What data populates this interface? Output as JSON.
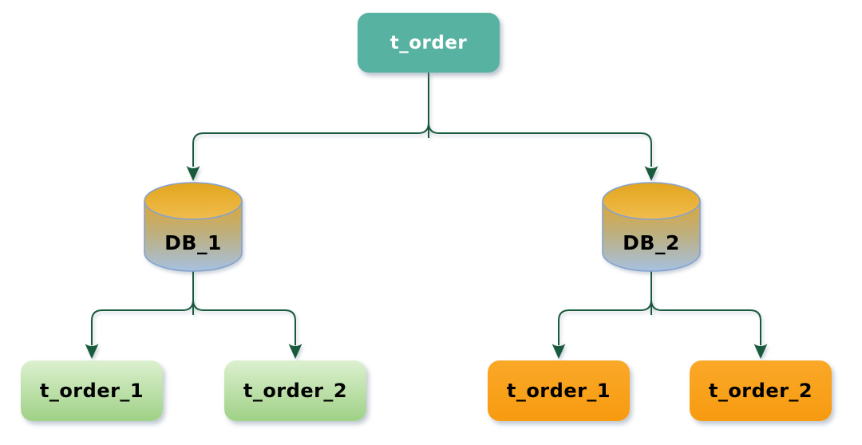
{
  "diagram": {
    "type": "sharding-tree",
    "root_table": {
      "label": "t_order"
    },
    "shards": [
      {
        "database": {
          "label": "DB_1"
        },
        "tables": [
          {
            "label": "t_order_1"
          },
          {
            "label": "t_order_2"
          }
        ]
      },
      {
        "database": {
          "label": "DB_2"
        },
        "tables": [
          {
            "label": "t_order_1"
          },
          {
            "label": "t_order_2"
          }
        ]
      }
    ],
    "colors": {
      "root_fill": "#57B2A1",
      "root_text": "#FFFFFF",
      "connector": "#195A3C",
      "green_top": "#DCF0CF",
      "green_bottom": "#9FD186",
      "orange_top": "#FAA828",
      "orange_bottom": "#F79B10",
      "db_stroke": "#85A2CE",
      "db_top_gold": "#E2A51E",
      "db_top_gold_light": "#F0BC4D",
      "db_body_gold": "#DBA637",
      "db_body_blue": "#A6C1E1",
      "label_text": "#000000"
    }
  }
}
